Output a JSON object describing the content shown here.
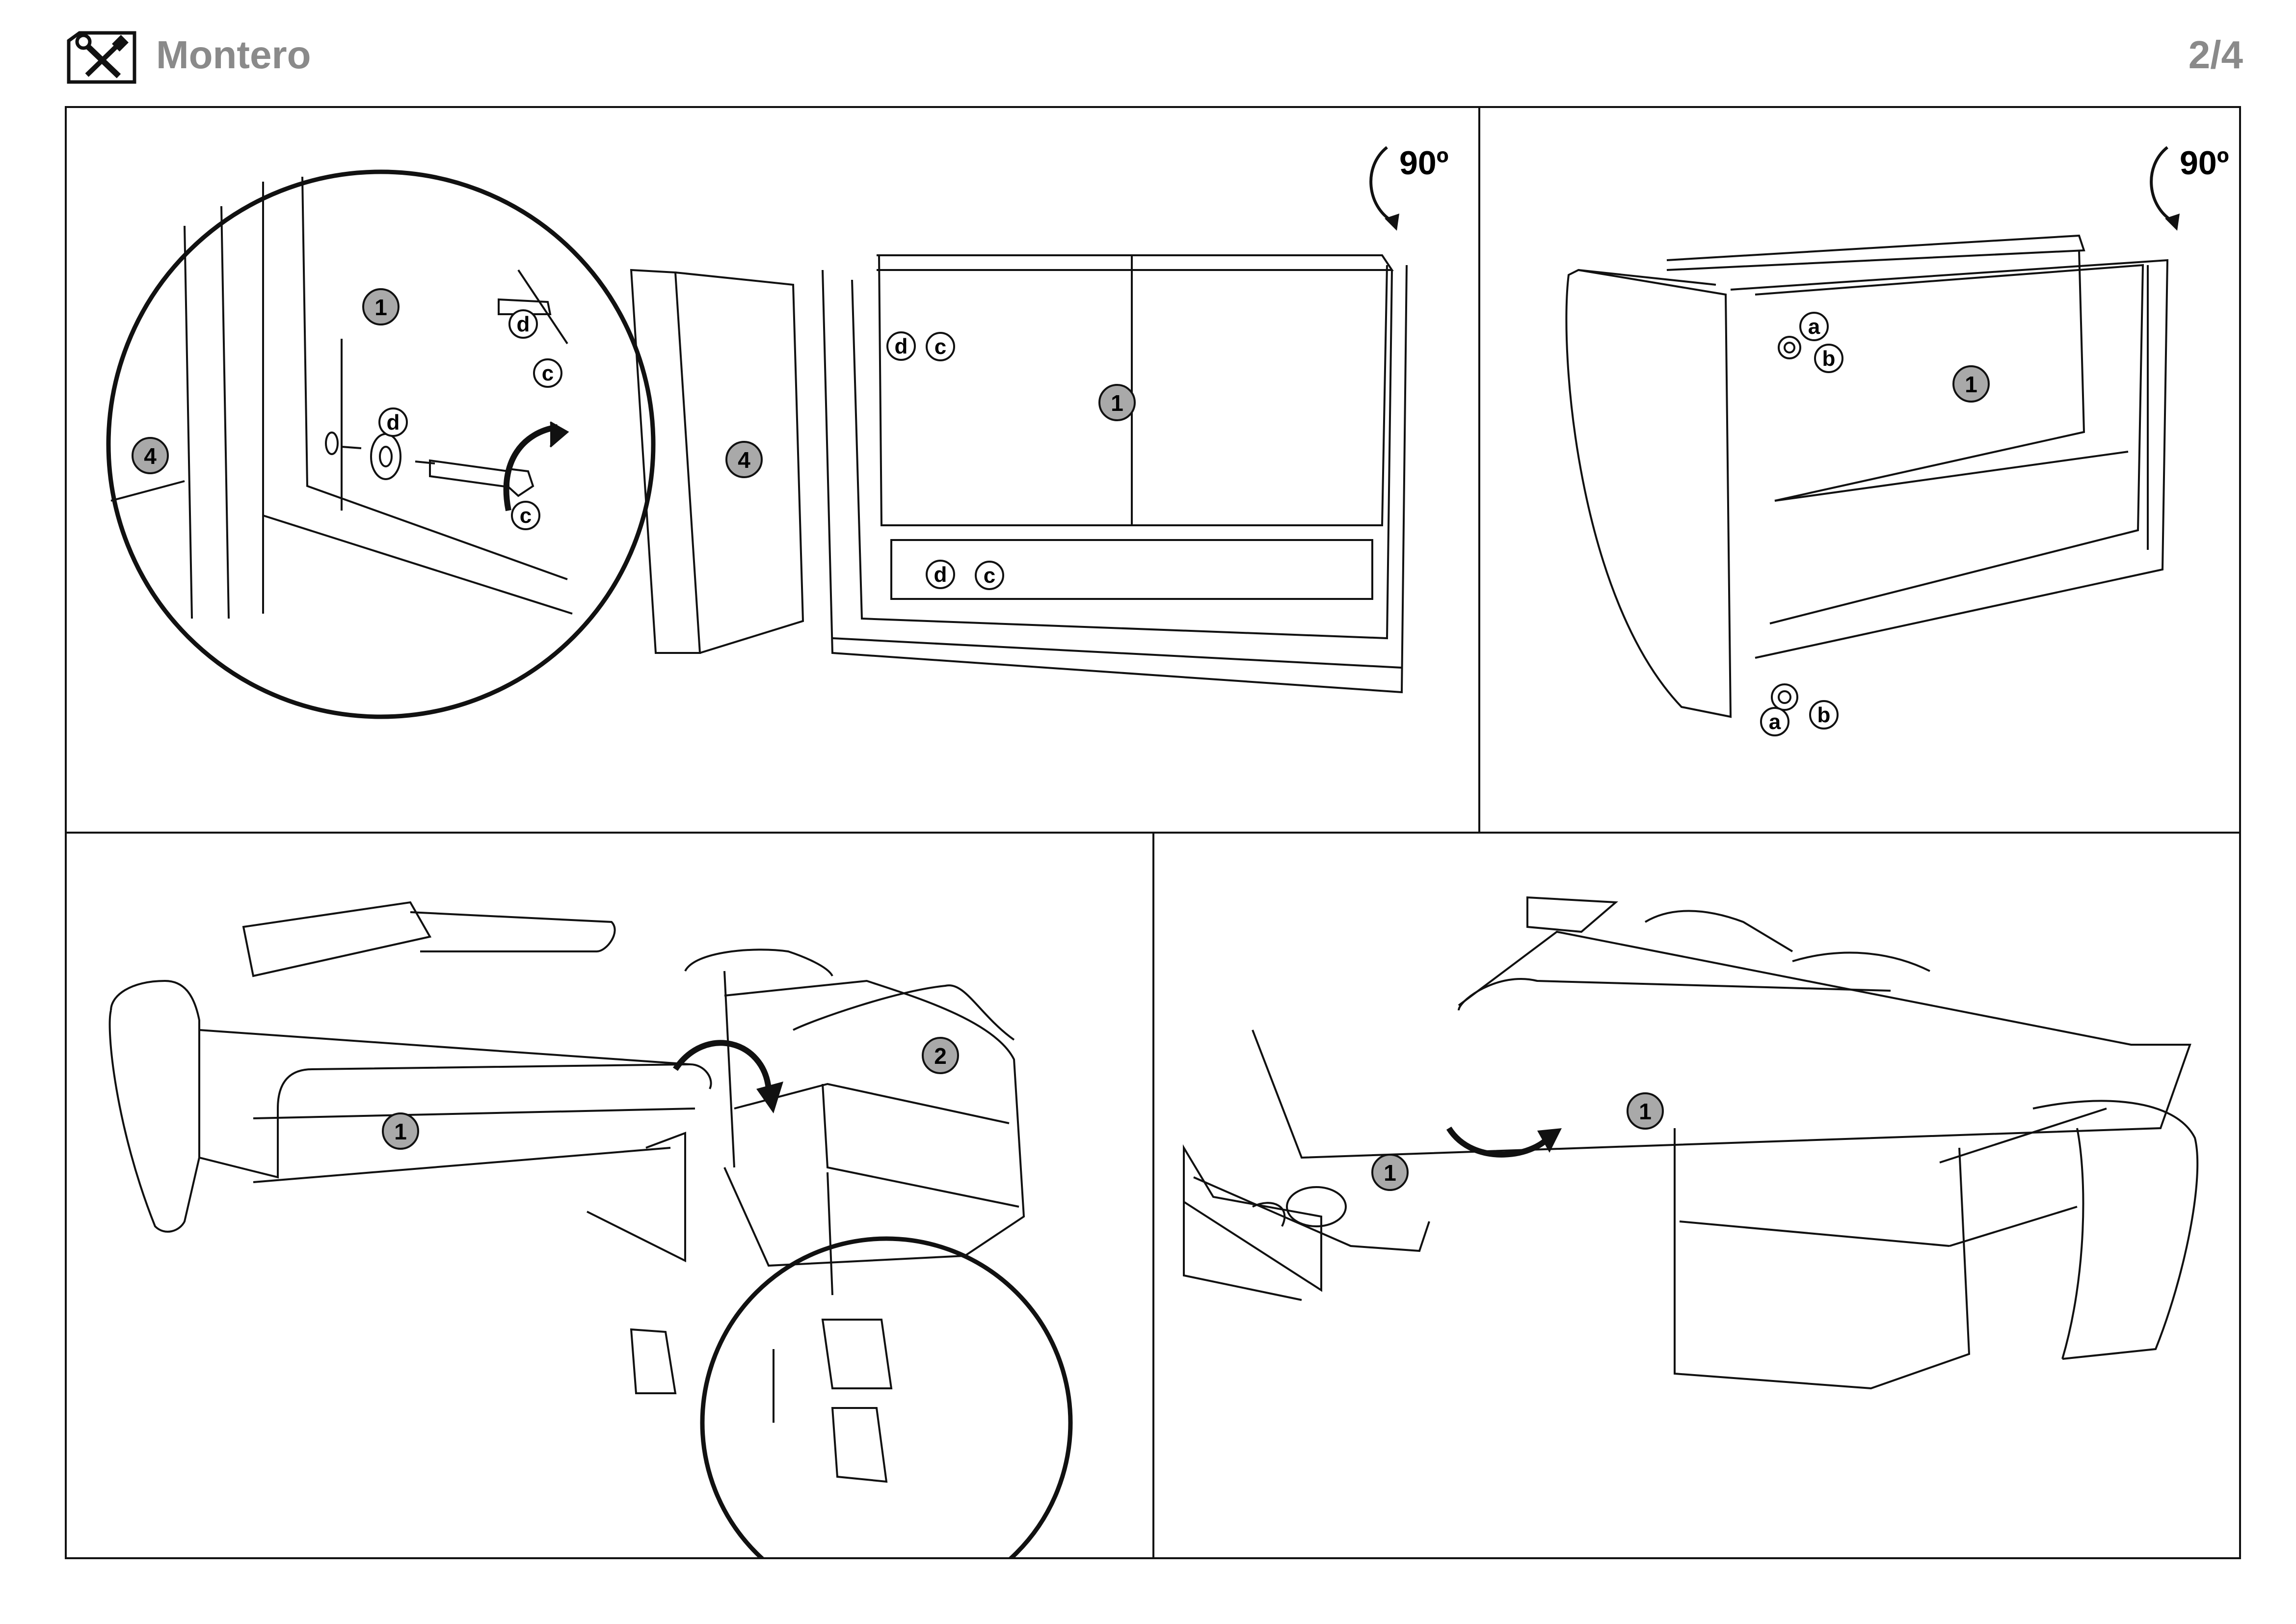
{
  "header": {
    "title": "Montero",
    "page_number": "2/4",
    "icon": "tools-icon"
  },
  "panels": [
    {
      "id": "step-1",
      "rotation_label": "90º",
      "callouts": [
        "1",
        "4",
        "d",
        "c",
        "d",
        "c",
        "d",
        "c",
        "d",
        "c",
        "4",
        "1"
      ]
    },
    {
      "id": "step-2",
      "rotation_label": "90º",
      "callouts": [
        "a",
        "b",
        "1",
        "a",
        "b"
      ]
    },
    {
      "id": "step-3",
      "callouts": [
        "1",
        "2"
      ]
    },
    {
      "id": "step-4",
      "callouts": [
        "1",
        "1"
      ]
    }
  ],
  "text": {
    "one": "1",
    "two": "2",
    "four": "4",
    "a": "a",
    "b": "b",
    "c": "c",
    "d": "d",
    "rotate": "90º"
  },
  "colors": {
    "line": "#111111",
    "badge_fill": "#a9a9a9",
    "header_gray": "#8a8a8a"
  }
}
